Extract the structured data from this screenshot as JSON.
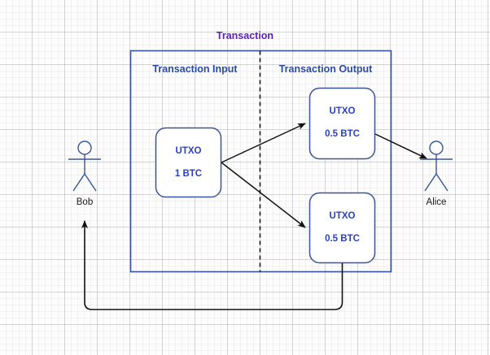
{
  "diagram": {
    "title": "Transaction",
    "colors": {
      "title_purple": "#5B21C0",
      "heading_blue": "#2A4BA8",
      "box_stroke_blue": "#3A54A0",
      "utxo_text_blue": "#2A41C4",
      "arrow_black": "#111111",
      "actor_blue": "#3A54A0",
      "grid_gray": "#8c8c96"
    },
    "sections": {
      "input_heading": "Transaction Input",
      "output_heading": "Transaction Output"
    },
    "nodes": {
      "utxo_input": {
        "name": "UTXO",
        "amount": "1 BTC"
      },
      "utxo_output_top": {
        "name": "UTXO",
        "amount": "0.5 BTC"
      },
      "utxo_output_bottom": {
        "name": "UTXO",
        "amount": "0.5 BTC"
      }
    },
    "actors": {
      "sender": "Bob",
      "recipient": "Alice"
    }
  }
}
